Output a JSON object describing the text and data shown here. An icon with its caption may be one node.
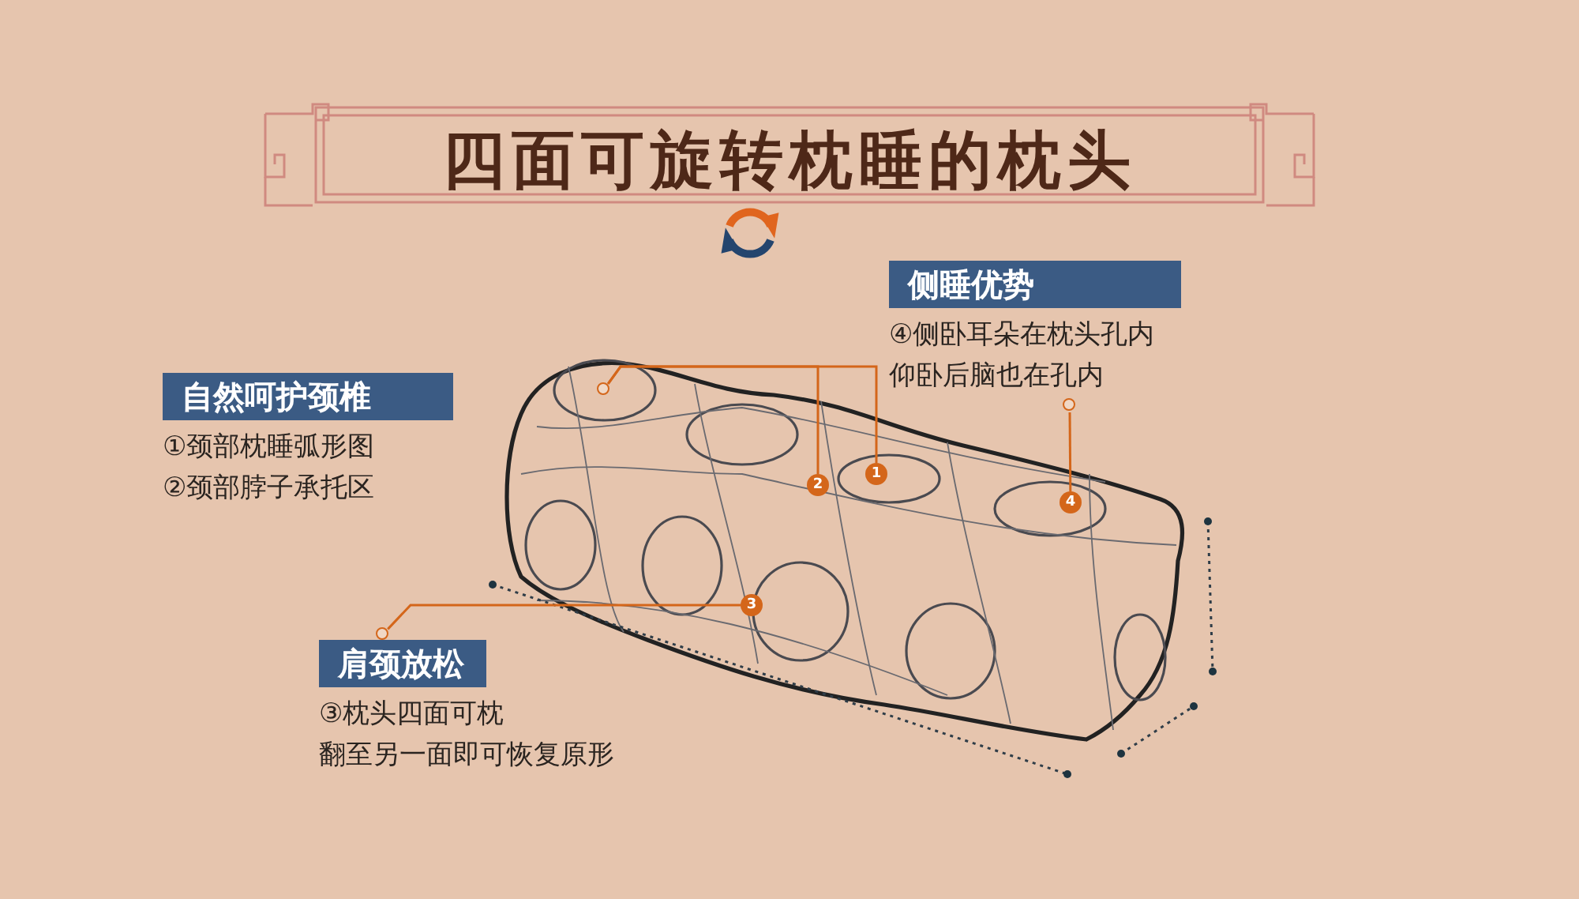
{
  "diagram": {
    "title": "四面可旋转枕睡的枕头",
    "nodes": [
      {
        "text": [
          "自然呵护颈椎",
          "①颈部枕睡弧形图",
          "②颈部脖子承托区"
        ]
      },
      {
        "text": [
          "侧睡优势",
          "④侧卧耳朵在枕头孔内",
          "仰卧后脑也在孔内"
        ]
      },
      {
        "text": [
          "肩颈放松",
          "③枕头四面可枕",
          "翻至另一面即可恢复原形"
        ]
      },
      {
        "text": [
          "1"
        ]
      },
      {
        "text": [
          "2"
        ]
      },
      {
        "text": [
          "3"
        ]
      },
      {
        "text": [
          "4"
        ]
      },
      {
        "text": [],
        "shape": "circle"
      },
      {
        "text": [],
        "shape": "circle"
      },
      {
        "text": [],
        "shape": "circle"
      }
    ],
    "edges": [
      {
        "from": 7,
        "to": 3,
        "arrow": "none"
      },
      {
        "from": 7,
        "to": 4,
        "arrow": "none"
      },
      {
        "from": 8,
        "to": 6,
        "arrow": "none"
      },
      {
        "from": 9,
        "to": 5,
        "arrow": "none"
      }
    ]
  }
}
